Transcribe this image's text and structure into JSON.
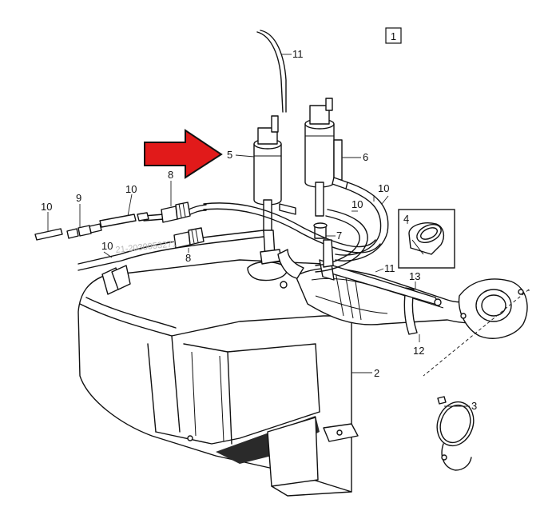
{
  "diagram": {
    "figure_number": "1",
    "watermark": "21-2030053271",
    "arrow_color": "#e11a1a",
    "part_labels": [
      {
        "id": "11-top",
        "text": "11"
      },
      {
        "id": "5",
        "text": "5"
      },
      {
        "id": "6",
        "text": "6"
      },
      {
        "id": "8-top",
        "text": "8"
      },
      {
        "id": "8-bottom",
        "text": "8"
      },
      {
        "id": "7",
        "text": "7"
      },
      {
        "id": "9",
        "text": "9"
      },
      {
        "id": "10-a",
        "text": "10"
      },
      {
        "id": "10-b",
        "text": "10"
      },
      {
        "id": "10-c",
        "text": "10"
      },
      {
        "id": "10-d",
        "text": "10"
      },
      {
        "id": "10-e",
        "text": "10"
      },
      {
        "id": "4",
        "text": "4"
      },
      {
        "id": "11-mid",
        "text": "11"
      },
      {
        "id": "13",
        "text": "13"
      },
      {
        "id": "12",
        "text": "12"
      },
      {
        "id": "2",
        "text": "2"
      },
      {
        "id": "3",
        "text": "3"
      }
    ]
  }
}
